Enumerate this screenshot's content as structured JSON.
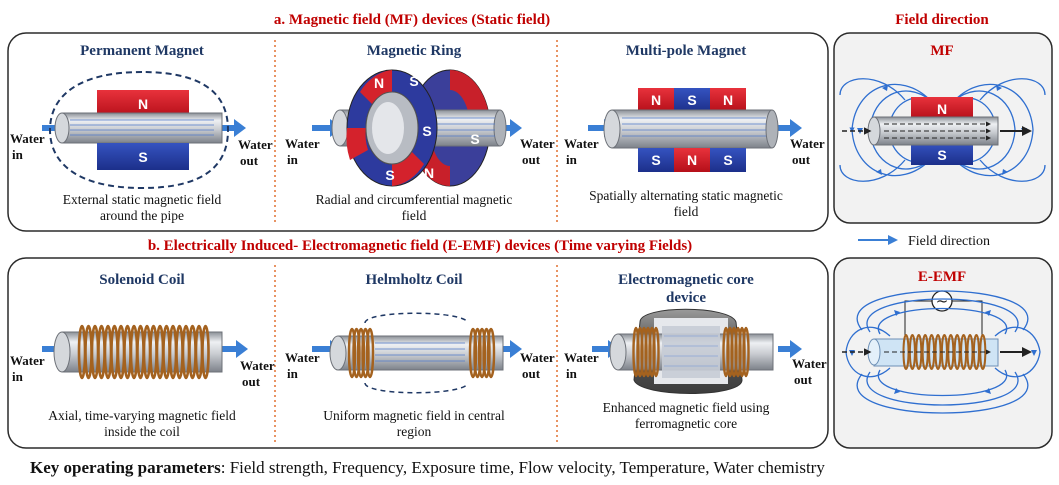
{
  "section_a": {
    "title": "a. Magnetic field (MF) devices (Static field)",
    "devices": [
      {
        "name": "Permanent Magnet",
        "caption": [
          "External static magnetic field",
          "around the pipe"
        ],
        "poles": [
          "N",
          "S"
        ]
      },
      {
        "name": "Magnetic Ring",
        "caption": [
          "Radial and circumferential magnetic",
          "field"
        ],
        "poles": [
          "N",
          "S",
          "S",
          "S",
          "N",
          "S"
        ]
      },
      {
        "name": "Multi-pole Magnet",
        "caption": [
          "Spatially alternating static magnetic",
          "field"
        ],
        "poles_top": [
          "N",
          "S",
          "N"
        ],
        "poles_bottom": [
          "S",
          "N",
          "S"
        ]
      }
    ]
  },
  "section_b": {
    "title": "b. Electrically Induced- Electromagnetic field (E-EMF) devices (Time varying Fields)",
    "devices": [
      {
        "name": "Solenoid Coil",
        "caption": [
          "Axial, time-varying magnetic field",
          "inside the coil"
        ]
      },
      {
        "name": "Helmholtz Coil",
        "caption": [
          "Uniform magnetic field in central",
          "region"
        ]
      },
      {
        "name": [
          "Electromagnetic core",
          "device"
        ],
        "caption": [
          "Enhanced magnetic field using",
          "ferromagnetic core"
        ]
      }
    ]
  },
  "flow": {
    "in_label": [
      "Water",
      "in"
    ],
    "out_label": [
      "Water",
      "out"
    ]
  },
  "field_direction": {
    "title": "Field direction",
    "mf_label": "MF",
    "eemf_label": "E-EMF",
    "legend_label": "Field direction",
    "poles": [
      "N",
      "S"
    ],
    "ac_symbol": "~"
  },
  "footer": {
    "bold": "Key operating parameters",
    "text": ": Field strength, Frequency, Exposure time, Flow velocity, Temperature, Water chemistry"
  },
  "colors": {
    "title_red": "#c00000",
    "device_title": "#1f3864",
    "north_red": "#d9101e",
    "south_blue": "#2440a8",
    "arrow_blue": "#3a7fd5",
    "copper": "#b06a2a",
    "panel_bg": "#f2f2f2"
  }
}
